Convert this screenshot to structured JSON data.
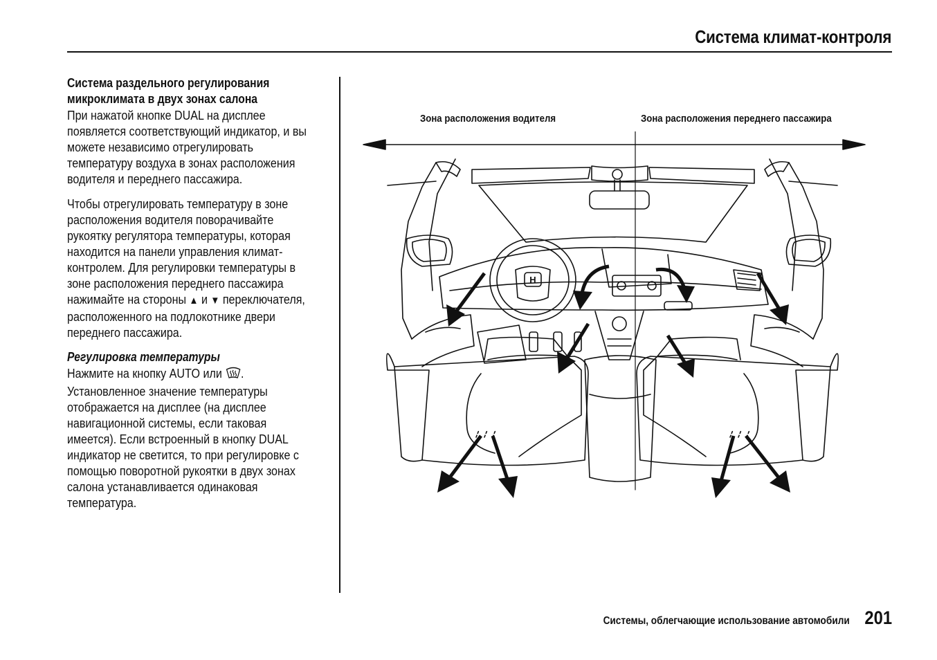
{
  "header": {
    "title": "Система климат-контроля"
  },
  "content": {
    "section_heading": "Система раздельного регулирования микроклимата в двух зонах салона",
    "para1": "При нажатой кнопке DUAL на дисплее появляется соответствующий индикатор, и вы можете независимо отрегулировать температуру воздуха в зонах расположения водителя и переднего пассажира.",
    "para2_part1": "Чтобы отрегулировать температуру в зоне расположения водителя поворачивайте рукоятку регулятора температуры, которая находится на панели управления климат-контролем. Для регулировки температуры в зоне расположения переднего пассажира нажимайте на стороны",
    "para2_and": "и",
    "para2_part2": "переключателя, расположенного на подлокотнике двери переднего пассажира.",
    "up_symbol": "▲",
    "down_symbol": "▼",
    "subheading": "Регулировка температуры",
    "para3_part1": "Нажмите на кнопку AUTO или",
    "para3_part2": ". Установленное значение температуры отображается на дисплее (на дисплее навигационной системы, если таковая имеется). Если встроенный в кнопку DUAL индикатор не светится, то при регулировке с помощью поворотной рукоятки в двух зонах салона устанавливается одинаковая температура.",
    "defrost_icon": "windshield-defrost-icon"
  },
  "figure": {
    "driver_zone_label": "Зона расположения водителя",
    "passenger_zone_label": "Зона расположения переднего пассажира",
    "logo_text": "H"
  },
  "footer": {
    "section_text": "Системы, облегчающие использование автомобили",
    "page_number": "201"
  }
}
